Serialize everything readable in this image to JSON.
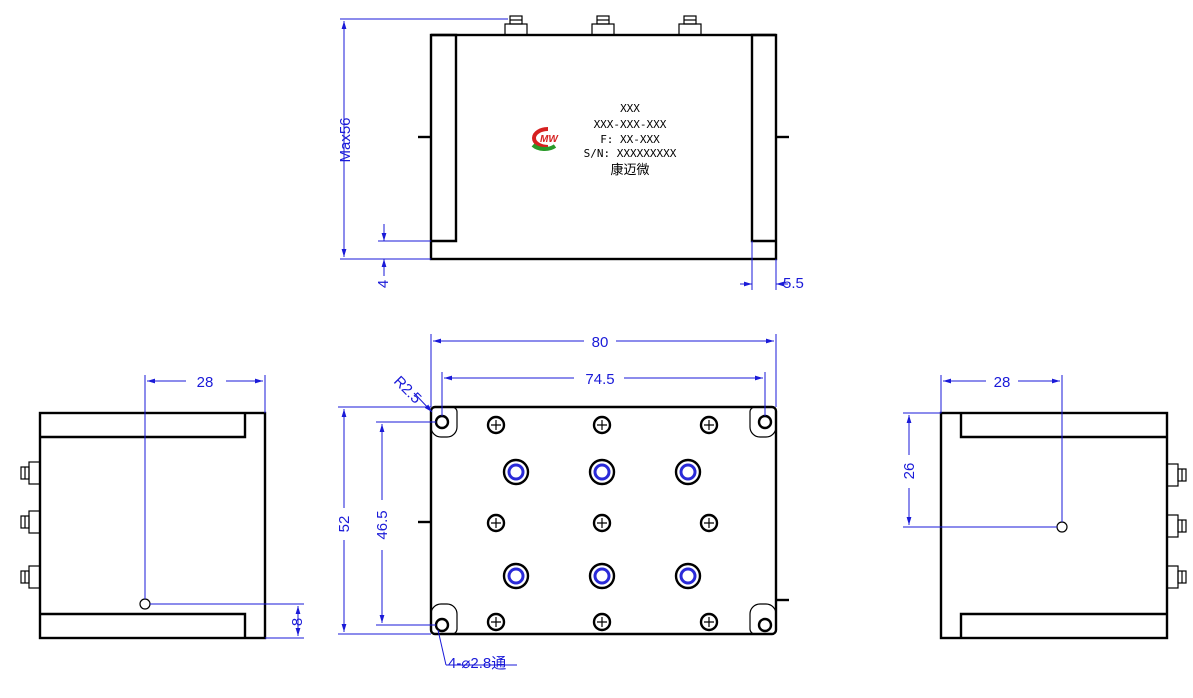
{
  "label": {
    "line1": "XXX",
    "line2": "XXX-XXX-XXX",
    "line3": "F: XX-XXX",
    "line4": "S/N: XXXXXXXXX",
    "line5": "康迈微",
    "logo_text": "MW"
  },
  "dimensions": {
    "max_height": "Max56",
    "flange_height": "4",
    "flange_width": "5.5",
    "overall_width": "80",
    "hole_spacing_x": "74.5",
    "corner_radius": "R2.5",
    "overall_depth": "52",
    "hole_spacing_y": "46.5",
    "mount_holes": "4-⌀2.8通",
    "left_connector_offset": "28",
    "left_connector_height": "8",
    "right_connector_offset": "28",
    "right_connector_height": "26"
  },
  "colors": {
    "dimension": "#1a1ad8",
    "logo_red": "#d62020",
    "logo_green": "#2a9a2a",
    "tuning_nut_fill": "#2a2ad8"
  }
}
